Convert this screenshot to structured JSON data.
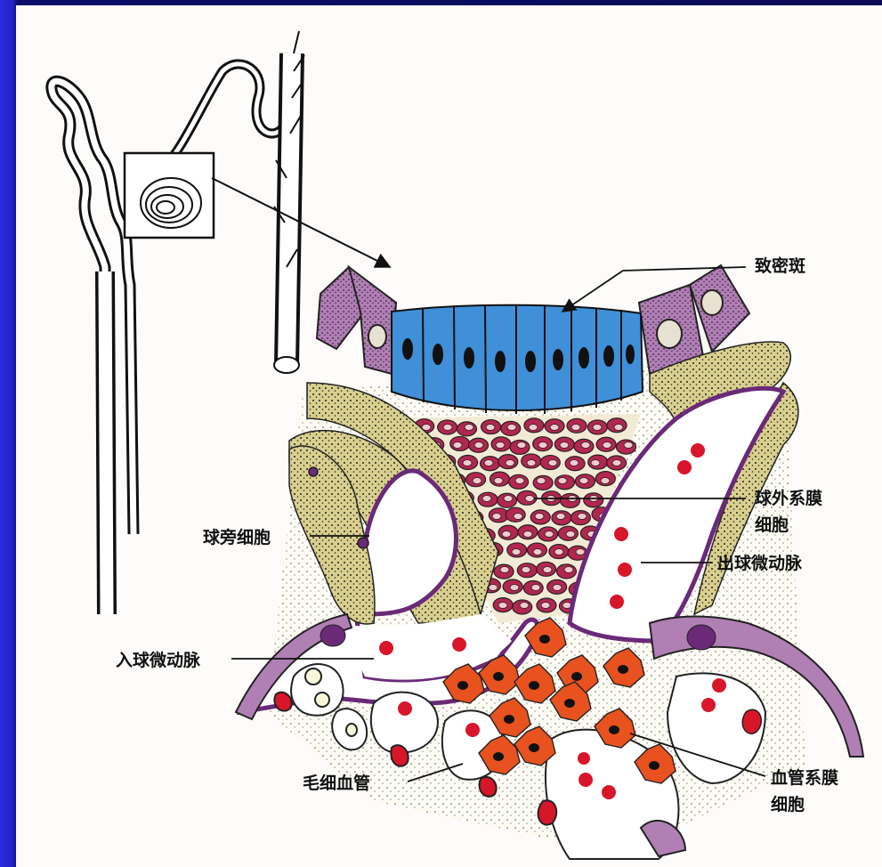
{
  "labels": {
    "macula_densa": "致密斑",
    "extraglomerular_mesangial_1": "球外系膜",
    "extraglomerular_mesangial_2": "细胞",
    "juxtaglomerular_cells": "球旁细胞",
    "efferent_arteriole": "出球微动脉",
    "afferent_arteriole": "入球微动脉",
    "capillary": "毛细血管",
    "vascular_mesangial_1": "血管系膜",
    "vascular_mesangial_2": "细胞"
  },
  "colors": {
    "macula_densa": "#3f8fd9",
    "extraglomerular_mesangial": "#b3264f",
    "vascular_mesangial": "#e8521e",
    "juxtaglomerular": "#d9cf8e",
    "vessel_wall": "#6a2a78",
    "tubule_epithelium": "#b07fb4",
    "blood_cell": "#d8162a"
  }
}
